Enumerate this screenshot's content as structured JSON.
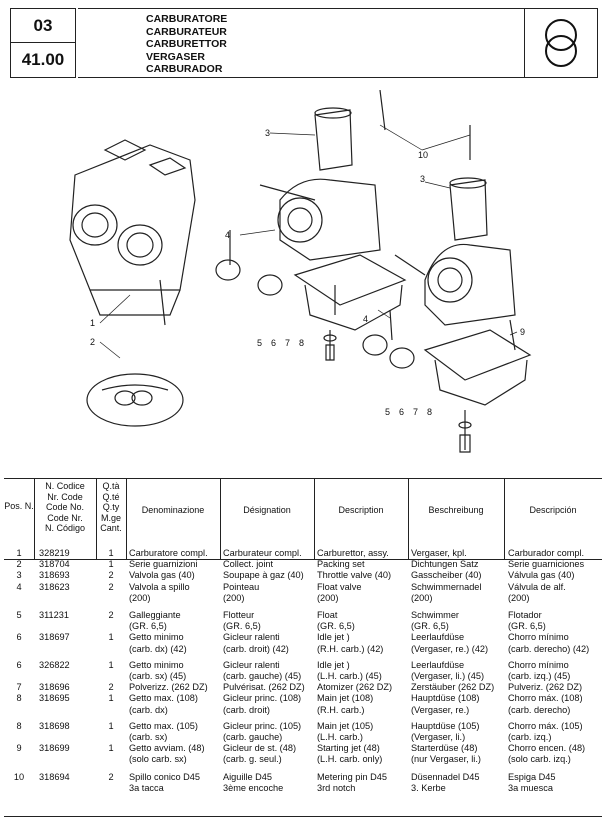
{
  "header": {
    "section": "03",
    "page": "41.00",
    "titles": [
      "CARBURATORE",
      "CARBURATEUR",
      "CARBURETTOR",
      "VERGASER",
      "CARBURADOR"
    ]
  },
  "diagram_labels": [
    "1",
    "2",
    "3",
    "3",
    "4",
    "4",
    "5",
    "6",
    "7",
    "8",
    "5",
    "6",
    "7",
    "8",
    "9",
    "10"
  ],
  "table": {
    "headers": {
      "pos": "Pos. N.",
      "code": [
        "N. Codice",
        "Nr. Code",
        "Code No.",
        "Code Nr.",
        "N. Código"
      ],
      "qty": [
        "Q.tà",
        "Q.té",
        "Q.ty",
        "M.ge",
        "Cant."
      ],
      "it": "Denominazione",
      "fr": "Désignation",
      "en": "Description",
      "de": "Beschreibung",
      "es": "Descripción"
    },
    "rows": [
      {
        "pos": "1",
        "code": "328219",
        "qty": "1",
        "it": "Carburatore compl.",
        "fr": "Carburateur compl.",
        "en": "Carburettor, assy.",
        "de": "Vergaser, kpl.",
        "es": "Carburador compl."
      },
      {
        "pos": "2",
        "code": "318704",
        "qty": "1",
        "it": "Serie guarnizioni",
        "fr": "Collect. joint",
        "en": "Packing set",
        "de": "Dichtungen Satz",
        "es": "Serie guarniciones"
      },
      {
        "pos": "3",
        "code": "318693",
        "qty": "2",
        "it": "Valvola gas (40)",
        "fr": "Soupape à gaz (40)",
        "en": "Throttle valve (40)",
        "de": "Gasscheiber (40)",
        "es": "Válvula gas (40)"
      },
      {
        "pos": "4",
        "code": "318623",
        "qty": "2",
        "it": "Valvola a spillo",
        "fr": "Pointeau",
        "en": "Float valve",
        "de": "Schwimmernadel",
        "es": "Válvula de alf."
      },
      {
        "pos": "",
        "code": "",
        "qty": "",
        "it": "(200)",
        "fr": "(200)",
        "en": "(200)",
        "de": "(200)",
        "es": "(200)"
      },
      {
        "pos": "5",
        "code": "311231",
        "qty": "2",
        "it": "Galleggiante",
        "fr": "Flotteur",
        "en": "Float",
        "de": "Schwimmer",
        "es": "Flotador"
      },
      {
        "pos": "",
        "code": "",
        "qty": "",
        "it": "(GR. 6,5)",
        "fr": "(GR. 6,5)",
        "en": "(GR. 6,5)",
        "de": "(GR. 6,5)",
        "es": "(GR. 6,5)"
      },
      {
        "pos": "6",
        "code": "318697",
        "qty": "1",
        "it": "Getto minimo",
        "fr": "Gicleur ralenti",
        "en": "Idle jet )",
        "de": "Leerlaufdüse",
        "es": "Chorro mínimo"
      },
      {
        "pos": "",
        "code": "",
        "qty": "",
        "it": "(carb. dx) (42)",
        "fr": "(carb. droit) (42)",
        "en": "(R.H. carb.) (42)",
        "de": "(Vergaser, re.) (42)",
        "es": "(carb. derecho) (42)"
      },
      {
        "pos": "6",
        "code": "326822",
        "qty": "1",
        "it": "Getto minimo",
        "fr": "Gicleur ralenti",
        "en": "Idle jet )",
        "de": "Leerlaufdüse",
        "es": "Chorro mínimo"
      },
      {
        "pos": "",
        "code": "",
        "qty": "",
        "it": "(carb. sx) (45)",
        "fr": "(carb. gauche) (45)",
        "en": "(L.H. carb.) (45)",
        "de": "(Vergaser, li.) (45)",
        "es": "(carb. izq.) (45)"
      },
      {
        "pos": "7",
        "code": "318696",
        "qty": "2",
        "it": "Polverizz. (262 DZ)",
        "fr": "Pulvérisat. (262 DZ)",
        "en": "Atomizer (262 DZ)",
        "de": "Zerstäuber (262 DZ)",
        "es": "Pulveriz. (262 DZ)"
      },
      {
        "pos": "8",
        "code": "318695",
        "qty": "1",
        "it": "Getto max. (108)",
        "fr": "Gicleur princ. (108)",
        "en": "Main jet (108)",
        "de": "Hauptdüse (108)",
        "es": "Chorro máx. (108)"
      },
      {
        "pos": "",
        "code": "",
        "qty": "",
        "it": "(carb. dx)",
        "fr": "(carb. droit)",
        "en": "(R.H. carb.)",
        "de": "(Vergaser, re.)",
        "es": "(carb. derecho)"
      },
      {
        "pos": "8",
        "code": "318698",
        "qty": "1",
        "it": "Getto max. (105)",
        "fr": "Gicleur princ. (105)",
        "en": "Main jet (105)",
        "de": "Hauptdüse (105)",
        "es": "Chorro máx. (105)"
      },
      {
        "pos": "",
        "code": "",
        "qty": "",
        "it": "(carb. sx)",
        "fr": "(carb. gauche)",
        "en": "(L.H. carb.)",
        "de": "(Vergaser, li.)",
        "es": "(carb. izq.)"
      },
      {
        "pos": "9",
        "code": "318699",
        "qty": "1",
        "it": "Getto avviam. (48)",
        "fr": "Gicleur de st. (48)",
        "en": "Starting jet (48)",
        "de": "Starterdüse (48)",
        "es": "Chorro encen. (48)"
      },
      {
        "pos": "",
        "code": "",
        "qty": "",
        "it": "(solo carb. sx)",
        "fr": "(carb. g. seul.)",
        "en": "(L.H. carb. only)",
        "de": "(nur Vergaser, li.)",
        "es": "(solo carb. izq.)"
      },
      {
        "pos": "10",
        "code": "318694",
        "qty": "2",
        "it": "Spillo conico D45",
        "fr": "Aiguille D45",
        "en": "Metering pin D45",
        "de": "Düsennadel D45",
        "es": "Espiga D45"
      },
      {
        "pos": "",
        "code": "",
        "qty": "",
        "it": "3a tacca",
        "fr": "3ème encoche",
        "en": "3rd notch",
        "de": "3. Kerbe",
        "es": "3a muesca"
      }
    ]
  }
}
